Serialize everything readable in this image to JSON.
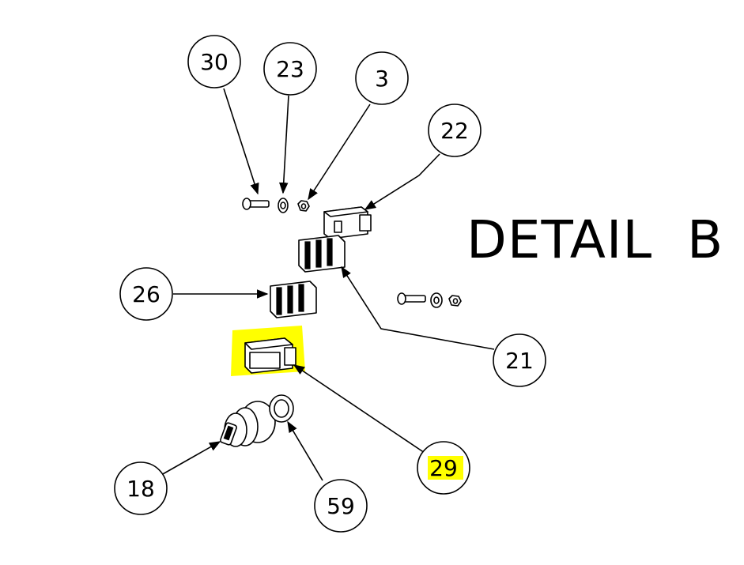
{
  "title": "DETAIL  B",
  "highlight_color": "#ffff00",
  "callouts": [
    {
      "label": "30",
      "highlighted": false
    },
    {
      "label": "23",
      "highlighted": false
    },
    {
      "label": "3",
      "highlighted": false
    },
    {
      "label": "22",
      "highlighted": false
    },
    {
      "label": "26",
      "highlighted": false
    },
    {
      "label": "21",
      "highlighted": false
    },
    {
      "label": "29",
      "highlighted": true
    },
    {
      "label": "18",
      "highlighted": false
    },
    {
      "label": "59",
      "highlighted": false
    }
  ]
}
